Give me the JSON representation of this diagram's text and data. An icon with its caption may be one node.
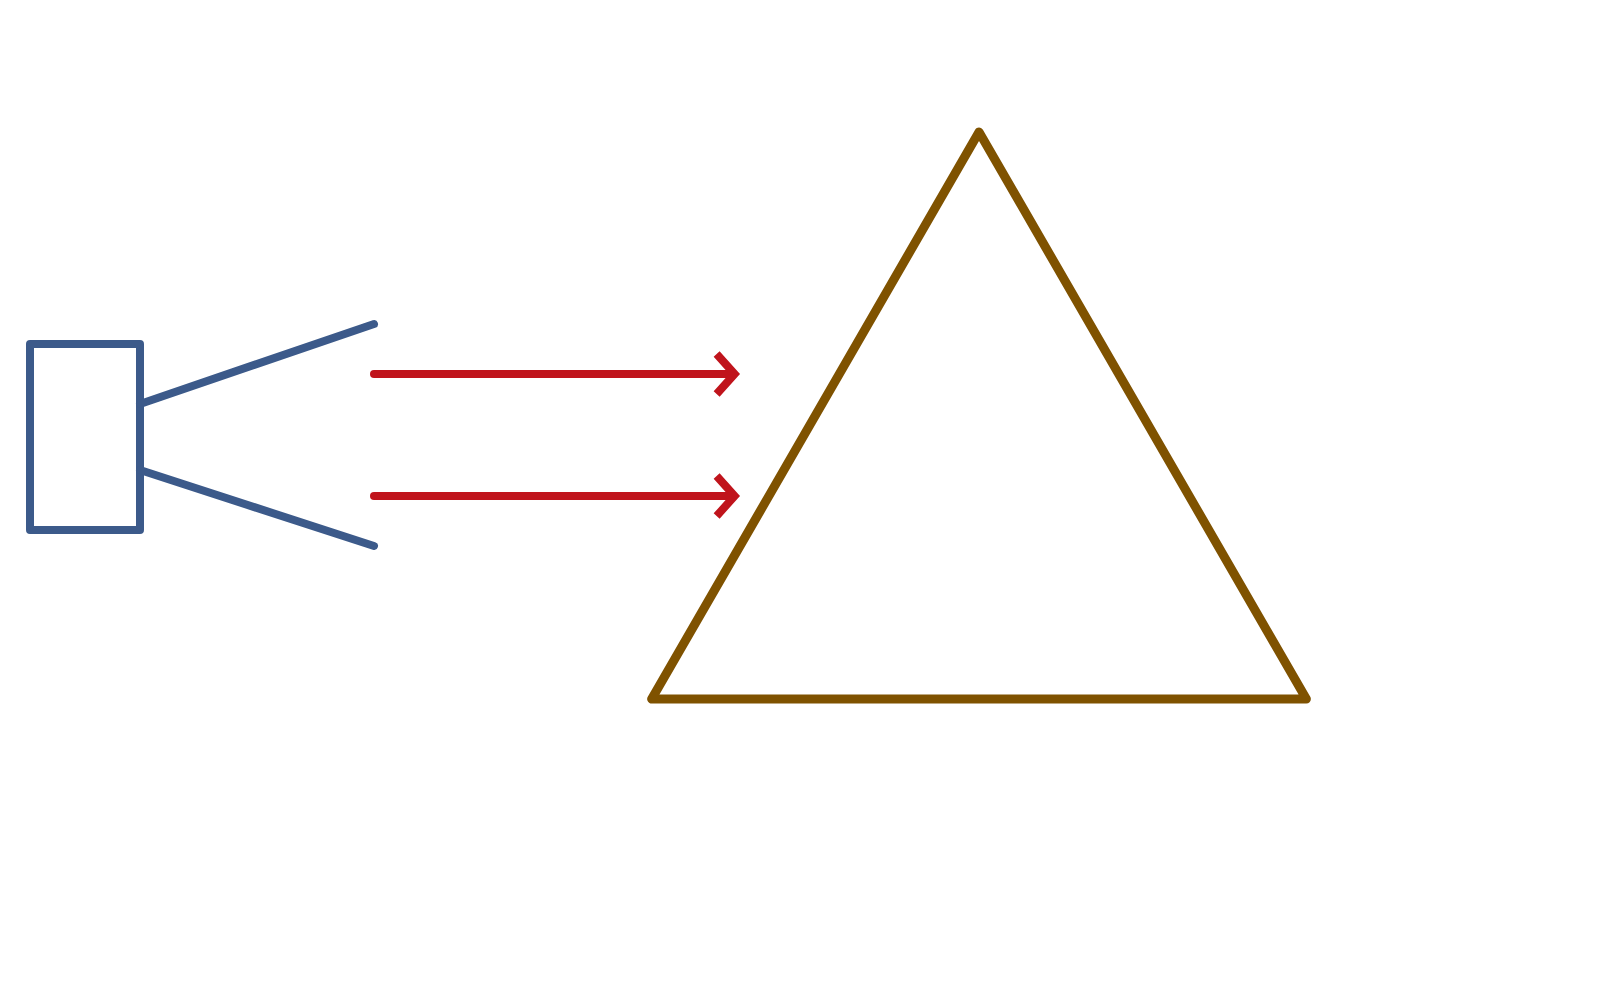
{
  "diagram": {
    "nodes": [
      {
        "text": [],
        "shape": "box"
      },
      {
        "text": [],
        "shape": "triangle"
      }
    ],
    "edges": [
      {
        "from": 0,
        "to": 1,
        "arrow": "to"
      },
      {
        "from": 0,
        "to": 1,
        "arrow": "to"
      }
    ]
  }
}
